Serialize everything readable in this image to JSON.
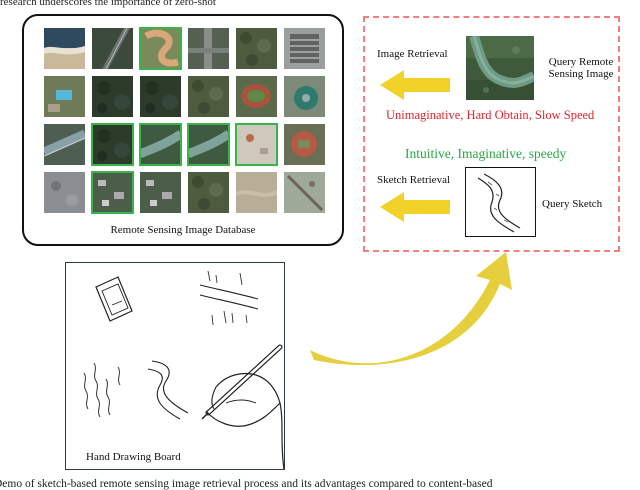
{
  "clipped_top_text": "research underscores the importance of zero-shot",
  "clipped_bottom_text": "Demo of sketch-based remote sensing image retrieval process and its advantages compared to content-based",
  "database": {
    "caption": "Remote Sensing Image Database",
    "highlight_color": "#3bb24a",
    "tiles": [
      {
        "kind": "coast",
        "highlighted": false
      },
      {
        "kind": "runway",
        "highlighted": false
      },
      {
        "kind": "river-curve",
        "highlighted": true
      },
      {
        "kind": "road",
        "highlighted": false
      },
      {
        "kind": "forest",
        "highlighted": false
      },
      {
        "kind": "parking",
        "highlighted": false
      },
      {
        "kind": "pool",
        "highlighted": false
      },
      {
        "kind": "forest-dark",
        "highlighted": false
      },
      {
        "kind": "forest-dark",
        "highlighted": false
      },
      {
        "kind": "forest",
        "highlighted": false
      },
      {
        "kind": "stadium",
        "highlighted": false
      },
      {
        "kind": "tank",
        "highlighted": false
      },
      {
        "kind": "bridge",
        "highlighted": false
      },
      {
        "kind": "forest-dark",
        "highlighted": true
      },
      {
        "kind": "river",
        "highlighted": true
      },
      {
        "kind": "river",
        "highlighted": true
      },
      {
        "kind": "snow",
        "highlighted": true
      },
      {
        "kind": "court",
        "highlighted": false
      },
      {
        "kind": "rocky",
        "highlighted": false
      },
      {
        "kind": "village",
        "highlighted": true
      },
      {
        "kind": "village",
        "highlighted": false
      },
      {
        "kind": "forest",
        "highlighted": false
      },
      {
        "kind": "desert",
        "highlighted": false
      },
      {
        "kind": "desert-road",
        "highlighted": false
      }
    ]
  },
  "comparison": {
    "border_color": "#f08080",
    "image_retrieval_label": "Image Retrieval",
    "query_image_label_line1": "Query Remote",
    "query_image_label_line2": "Sensing Image",
    "drawbacks": "Unimaginative, Hard Obtain, Slow Speed",
    "drawbacks_color": "#e0242b",
    "advantages": "Intuitive, Imaginative, speedy",
    "advantages_color": "#27a844",
    "sketch_retrieval_label": "Sketch Retrieval",
    "query_sketch_label": "Query Sketch",
    "arrow_color": "#f2d229"
  },
  "board": {
    "caption": "Hand Drawing Board"
  },
  "curved_arrow_color": "#e6cf3c"
}
